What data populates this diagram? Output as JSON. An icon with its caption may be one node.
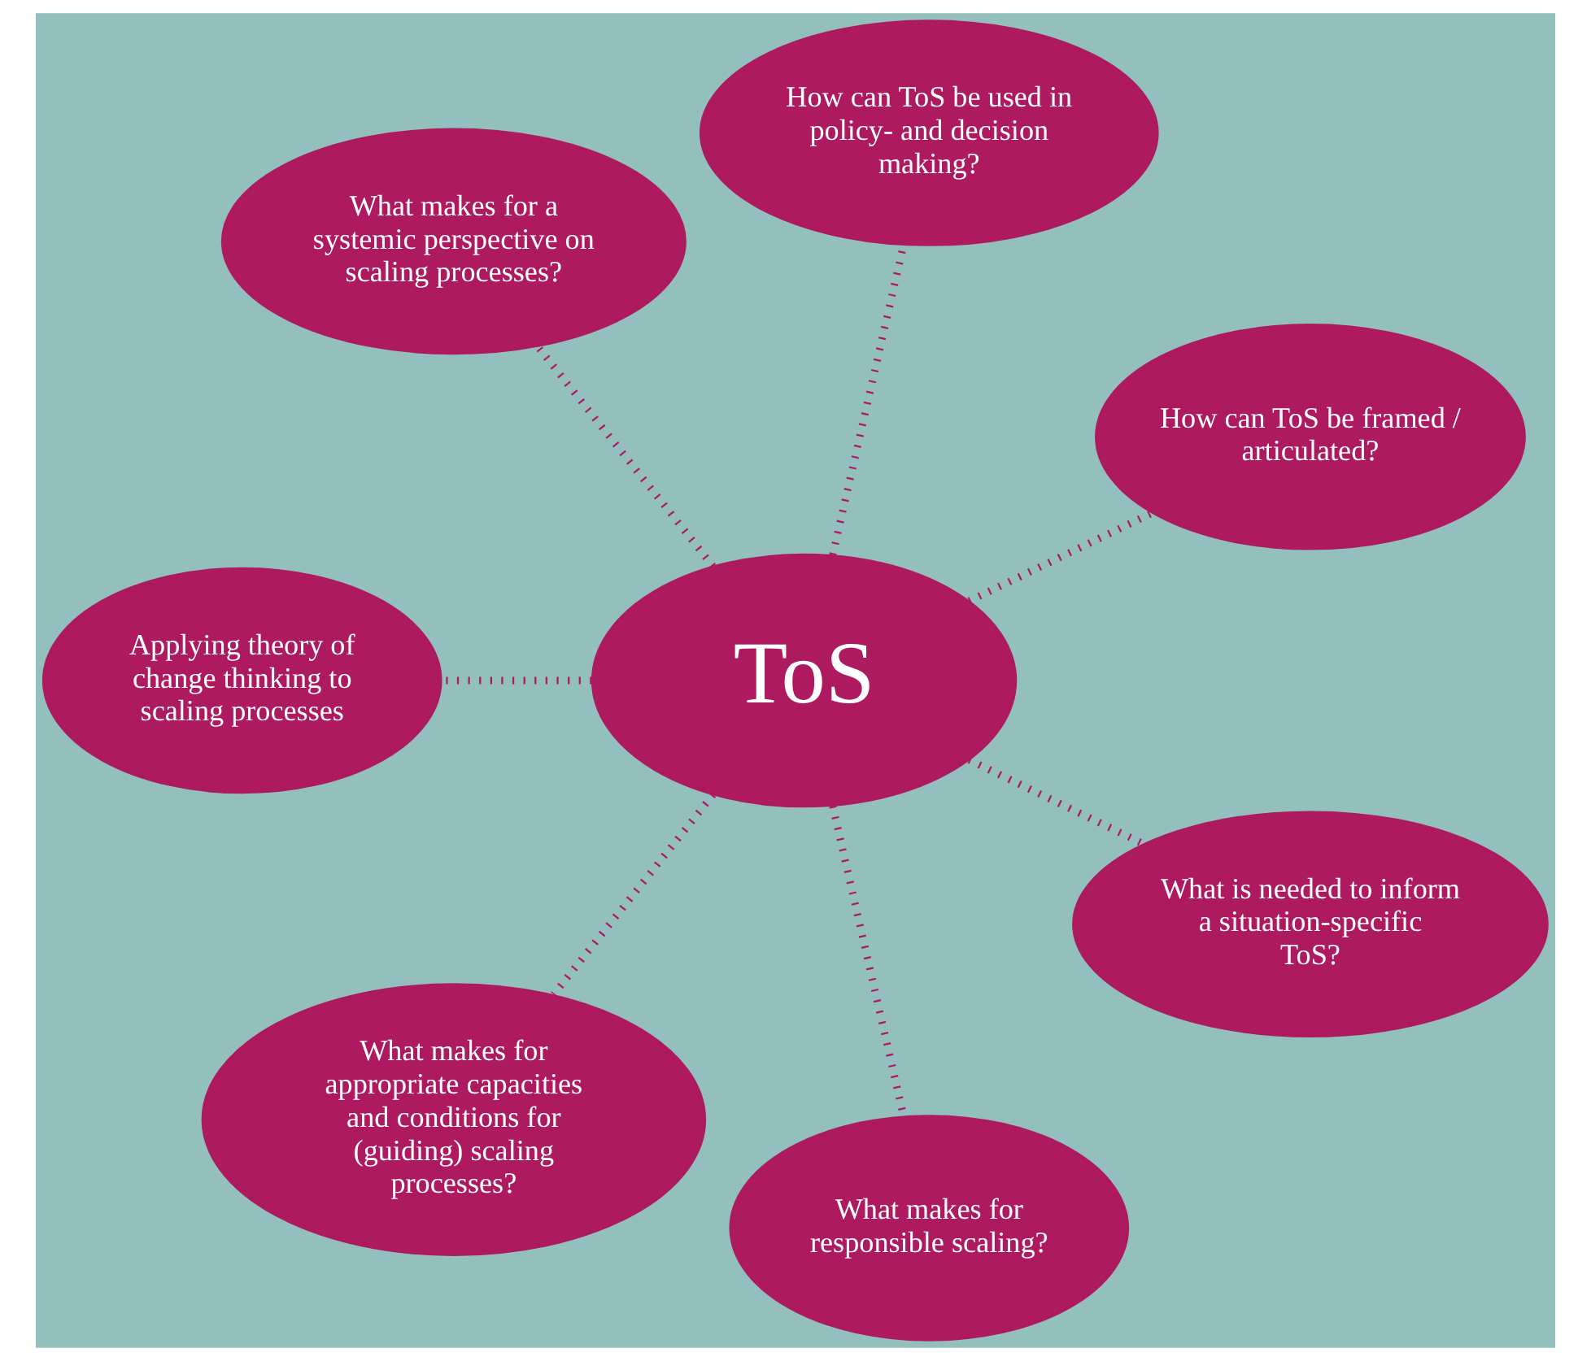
{
  "diagram": {
    "nodes": [
      {
        "text": [
          "ToS"
        ]
      },
      {
        "text": [
          "How can ToS be framed / articulated?"
        ]
      },
      {
        "text": [
          "How can ToS be used in policy- and decision making?"
        ]
      },
      {
        "text": [
          "What makes for a systemic perspective on scaling processes?"
        ]
      },
      {
        "text": [
          "Applying theory of change thinking to scaling processes"
        ]
      },
      {
        "text": [
          "What makes for appropriate capacities and conditions for (guiding) scaling processes?"
        ]
      },
      {
        "text": [
          "What makes for responsible scaling?"
        ]
      },
      {
        "text": [
          "What is needed to inform a situation-specific ToS?"
        ]
      }
    ],
    "edges": [
      {
        "from": 0,
        "to": 1,
        "arrow": "none"
      },
      {
        "from": 0,
        "to": 2,
        "arrow": "none"
      },
      {
        "from": 0,
        "to": 3,
        "arrow": "none"
      },
      {
        "from": 0,
        "to": 4,
        "arrow": "none"
      },
      {
        "from": 0,
        "to": 5,
        "arrow": "none"
      },
      {
        "from": 0,
        "to": 6,
        "arrow": "none"
      },
      {
        "from": 0,
        "to": 7,
        "arrow": "none"
      }
    ]
  }
}
